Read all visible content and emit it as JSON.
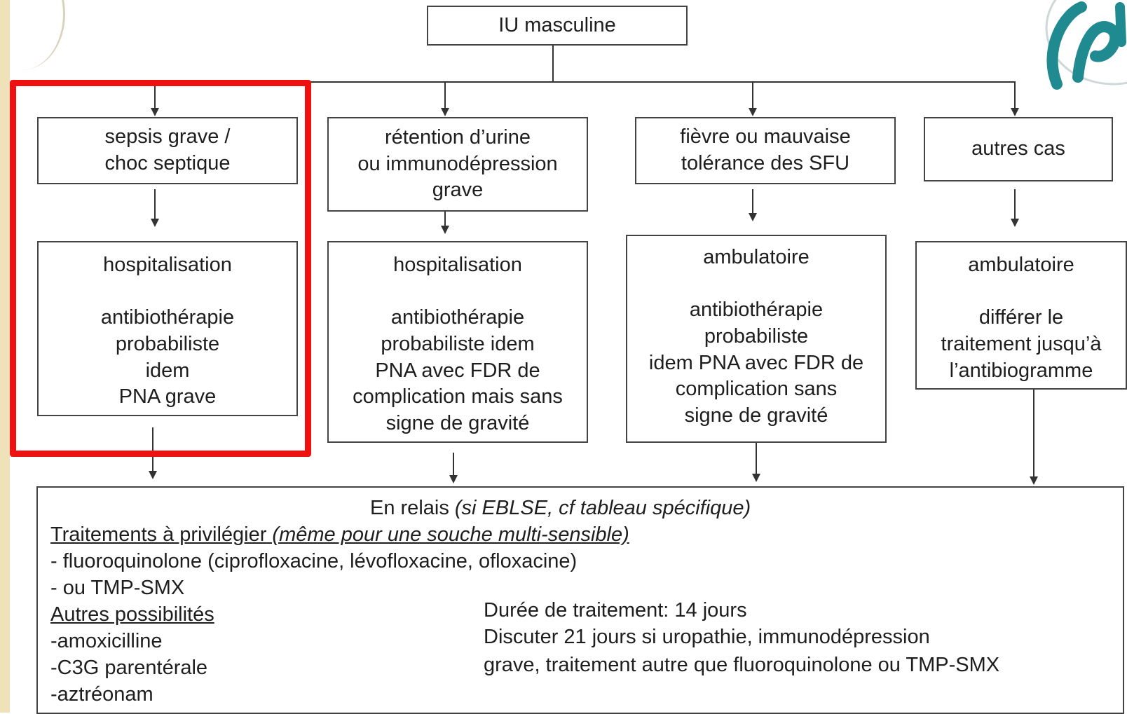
{
  "root": {
    "label": "IU masculine"
  },
  "columns": [
    {
      "condition": "sepsis grave /\nchoc septique",
      "management": "hospitalisation\n\nantibiothérapie\nprobabiliste\nidem\nPNA grave"
    },
    {
      "condition": "rétention d’urine\nou immunodépression\ngrave",
      "management": "hospitalisation\n\nantibiothérapie\nprobabiliste idem\nPNA avec FDR de\ncomplication mais sans\nsigne de gravité"
    },
    {
      "condition": "fièvre ou mauvaise\ntolérance des SFU",
      "management": "ambulatoire\n\nantibiothérapie\nprobabiliste\nidem PNA avec FDR de\ncomplication sans\nsigne de gravité"
    },
    {
      "condition": "autres cas",
      "management": "ambulatoire\n\ndifférer le\ntraitement jusqu’à\nl’antibiogramme"
    }
  ],
  "relais": {
    "title": "En relais ",
    "title_note": "(si EBLSE, cf tableau spécifique)",
    "preferred_heading": "Traitements à privilégier",
    "preferred_note": " (même  pour une souche multi-sensible)",
    "preferred_items": [
      "- fluoroquinolone (ciprofloxacine, lévofloxacine, ofloxacine)",
      "- ou TMP-SMX"
    ],
    "other_heading": "Autres possibilités",
    "other_items": [
      "-amoxicilline",
      "-C3G parentérale",
      "-aztréonam"
    ],
    "duration_lines": [
      "Durée de traitement: 14 jours",
      "Discuter 21 jours si uropathie, immunodépression",
      "grave,  traitement autre que fluoroquinolone ou TMP-SMX"
    ]
  },
  "colors": {
    "highlight": "#ee1111",
    "logo": "#1f8a8f",
    "stripe": "#efe2b8"
  },
  "icons": {
    "logo": "society-logo-icon"
  }
}
